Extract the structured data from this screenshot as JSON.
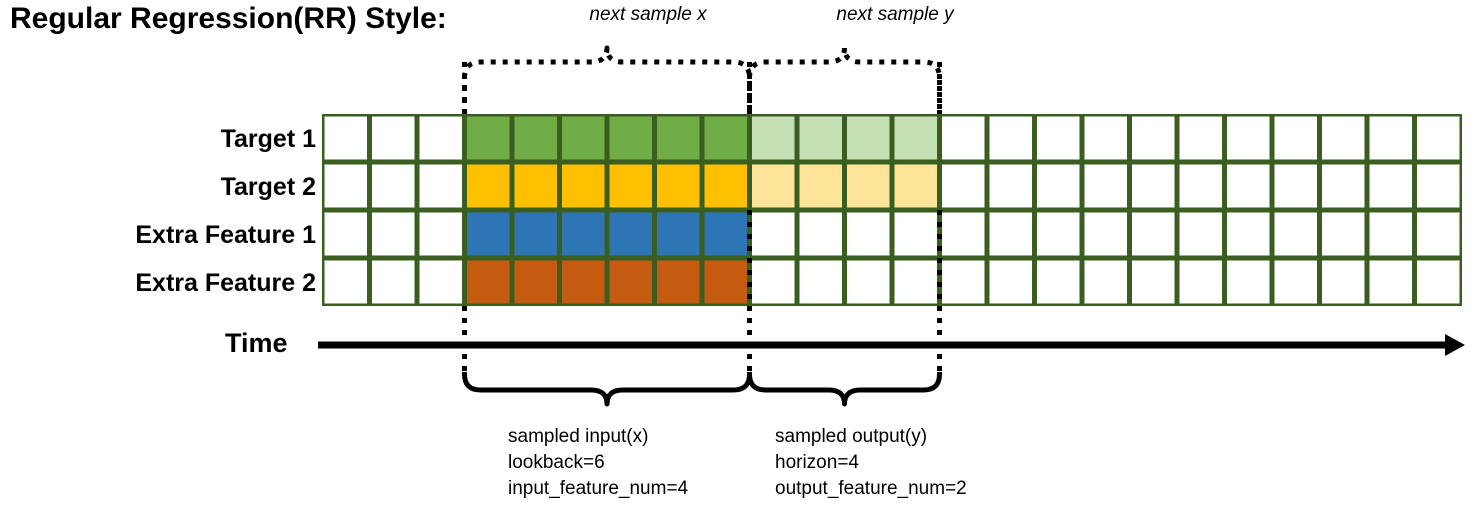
{
  "title": "Regular Regression(RR) Style:",
  "time_axis_label": "Time",
  "colors": {
    "grid_border": "#3a5e1f",
    "target1": "#70ad47",
    "target1_light": "#c5e0b4",
    "target2": "#ffc000",
    "target2_light": "#ffe599",
    "extra1": "#2e75b6",
    "extra2": "#c55a11",
    "empty": "#ffffff",
    "line": "#000000"
  },
  "grid": {
    "columns": 24,
    "rows": [
      {
        "label": "Target 1",
        "name": "target-1",
        "cells": [
          "empty",
          "empty",
          "empty",
          "input",
          "input",
          "input",
          "input",
          "input",
          "input",
          "output",
          "output",
          "output",
          "output",
          "empty",
          "empty",
          "empty",
          "empty",
          "empty",
          "empty",
          "empty",
          "empty",
          "empty",
          "empty",
          "empty"
        ]
      },
      {
        "label": "Target 2",
        "name": "target-2",
        "cells": [
          "empty",
          "empty",
          "empty",
          "input",
          "input",
          "input",
          "input",
          "input",
          "input",
          "output",
          "output",
          "output",
          "output",
          "empty",
          "empty",
          "empty",
          "empty",
          "empty",
          "empty",
          "empty",
          "empty",
          "empty",
          "empty",
          "empty"
        ]
      },
      {
        "label": "Extra Feature 1",
        "name": "extra-feature-1",
        "cells": [
          "empty",
          "empty",
          "empty",
          "input",
          "input",
          "input",
          "input",
          "input",
          "input",
          "empty",
          "empty",
          "empty",
          "empty",
          "empty",
          "empty",
          "empty",
          "empty",
          "empty",
          "empty",
          "empty",
          "empty",
          "empty",
          "empty",
          "empty"
        ]
      },
      {
        "label": "Extra Feature 2",
        "name": "extra-feature-2",
        "cells": [
          "empty",
          "empty",
          "empty",
          "input",
          "input",
          "input",
          "input",
          "input",
          "input",
          "empty",
          "empty",
          "empty",
          "empty",
          "empty",
          "empty",
          "empty",
          "empty",
          "empty",
          "empty",
          "empty",
          "empty",
          "empty",
          "empty",
          "empty"
        ]
      }
    ]
  },
  "top_braces": [
    {
      "label": "next sample x",
      "name": "next-sample-x"
    },
    {
      "label": "next sample y",
      "name": "next-sample-y"
    }
  ],
  "bottom_captions": [
    {
      "name": "sampled-input",
      "line1": "sampled input(x)",
      "line2": "lookback=6",
      "line3": "input_feature_num=4"
    },
    {
      "name": "sampled-output",
      "line1": "sampled output(y)",
      "line2": "horizon=4",
      "line3": "output_feature_num=2"
    }
  ]
}
